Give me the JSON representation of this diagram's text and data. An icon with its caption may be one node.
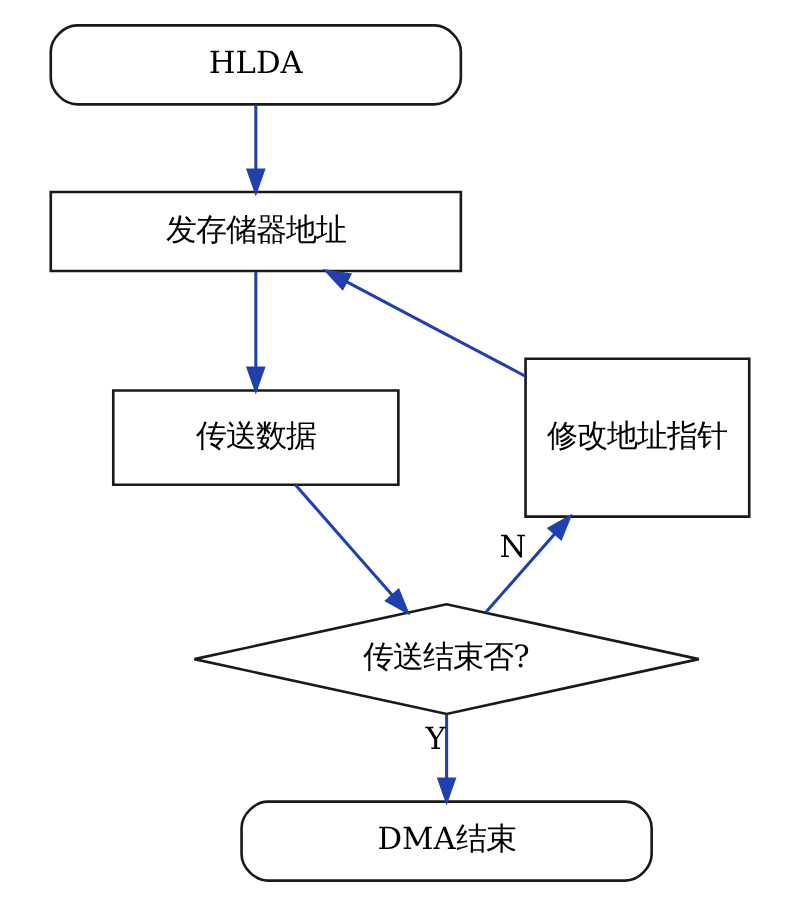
{
  "diagram": {
    "nodes": [
      {
        "text": [
          "HLDA"
        ]
      },
      {
        "text": [
          "发存储器地址"
        ]
      },
      {
        "text": [
          "传送数据"
        ]
      },
      {
        "text": [
          "传送结束否?"
        ]
      },
      {
        "text": [
          "修改地址指针"
        ]
      },
      {
        "text": [
          "DMA结束"
        ]
      }
    ],
    "edges": [
      {
        "from": 0,
        "to": 1,
        "arrow": "to"
      },
      {
        "from": 1,
        "to": 2,
        "arrow": "to"
      },
      {
        "from": 2,
        "to": 3,
        "arrow": "to"
      },
      {
        "from": 3,
        "to": 4,
        "arrow": "to",
        "label": "N"
      },
      {
        "from": 4,
        "to": 1,
        "arrow": "to"
      },
      {
        "from": 3,
        "to": 5,
        "arrow": "to",
        "label": "Y"
      }
    ]
  }
}
